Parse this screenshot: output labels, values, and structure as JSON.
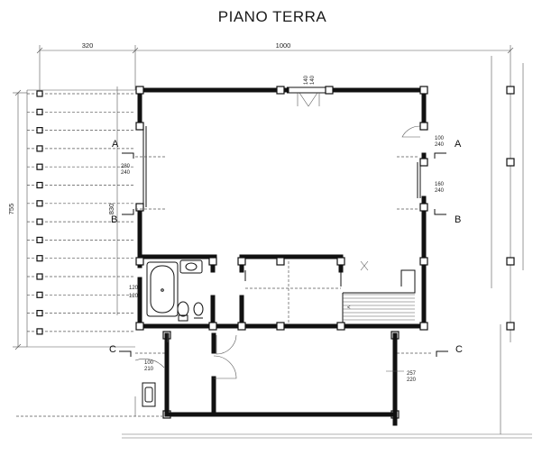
{
  "title": "PIANO TERRA",
  "dimensions": {
    "top_left": "320",
    "top_main": "1000",
    "left_outer": "755",
    "left_inner": "830",
    "window_top_a": "140",
    "window_top_b": "140",
    "win_right_a1": "100",
    "win_right_a2": "240",
    "win_right_b1": "160",
    "win_right_b2": "240",
    "win_left_1": "280",
    "win_left_2": "240",
    "bath_1": "120",
    "bath_2": "120",
    "lower_1": "100",
    "lower_2": "210",
    "lower_right_1": "257",
    "lower_right_2": "220"
  },
  "section_markers": {
    "a_left": "A",
    "a_right": "A",
    "b_left": "B",
    "b_right": "B",
    "c_left": "C",
    "c_right": "C"
  }
}
